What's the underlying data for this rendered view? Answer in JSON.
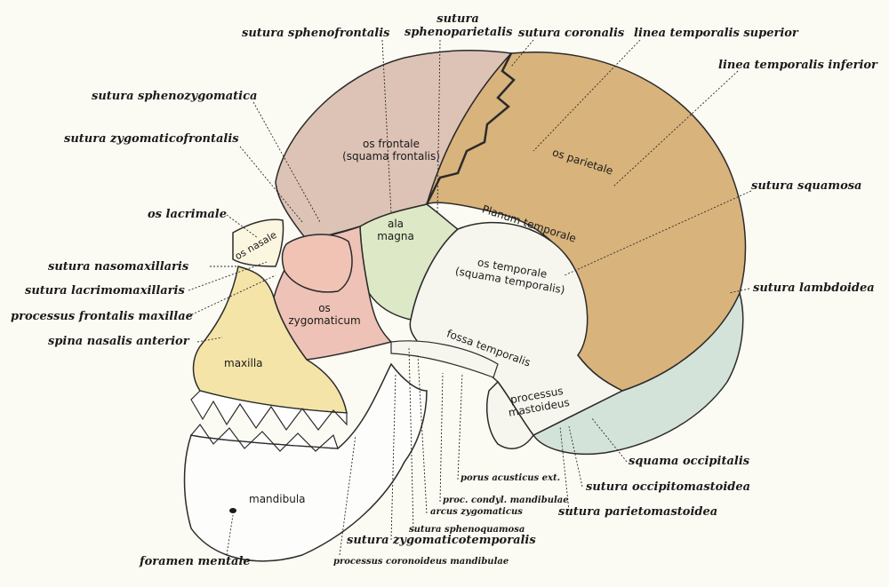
{
  "colors": {
    "background": "#fbfaf3",
    "frontal": "#dcc3b6",
    "parietal": "#d8b37c",
    "temporal": "#f7f6ee",
    "occipital": "#d4e3d9",
    "sphenoid": "#dde8c6",
    "zygomatic": "#eec2b6",
    "maxilla": "#f4e4a8",
    "nasal": "#fbf6e0",
    "mandible": "#fdfdfb",
    "line": "#2b2b2b"
  },
  "labels": {
    "sutura_sphenofrontalis": "sutura sphenofrontalis",
    "sutura_sphenoparietalis_1": "sutura",
    "sutura_sphenoparietalis_2": "sphenoparietalis",
    "sutura_coronalis": "sutura coronalis",
    "linea_temporalis_superior": "linea temporalis superior",
    "linea_temporalis_inferior": "linea temporalis inferior",
    "sutura_sphenozygomatica": "sutura sphenozygomatica",
    "sutura_zygomaticofrontalis": "sutura zygomaticofrontalis",
    "sutura_squamosa": "sutura squamosa",
    "os_lacrimale": "os lacrimale",
    "sutura_nasomaxillaris": "sutura nasomaxillaris",
    "sutura_lacrimomaxillaris": "sutura lacrimomaxillaris",
    "sutura_lambdoidea": "sutura lambdoidea",
    "processus_frontalis_maxillae": "processus frontalis maxillae",
    "spina_nasalis_anterior": "spina nasalis anterior",
    "squama_occipitalis": "squama occipitalis",
    "porus_acusticus_ext": "porus acusticus ext.",
    "proc_condyl_mandibulae": "proc. condyl. mandibulae",
    "sutura_occipitomastoidea": "sutura occipitomastoidea",
    "arcus_zygomaticus": "arcus zygomaticus",
    "sutura_parietomastoidea": "sutura parietomastoidea",
    "sutura_sphenoquamosa": "sutura sphenoquamosa",
    "sutura_zygomaticotemporalis": "sutura zygomaticotemporalis",
    "foramen_mentale": "foramen mentale",
    "processus_coronoideus_mandibulae": "processus coronoideus mandibulae"
  },
  "regions": {
    "os_frontale_1": "os frontale",
    "os_frontale_2": "(squama frontalis)",
    "os_parietale": "os parietale",
    "planum_temporale": "Planum temporale",
    "ala_1": "ala",
    "ala_2": "magna",
    "os_temporale_1": "os temporale",
    "os_temporale_2": "(squama temporalis)",
    "os_nasale": "os nasale",
    "os_zygomaticum_1": "os",
    "os_zygomaticum_2": "zygomaticum",
    "fossa_temporalis": "fossa temporalis",
    "processus_mastoideus_1": "processus",
    "processus_mastoideus_2": "mastoideus",
    "maxilla": "maxilla",
    "mandibula": "mandibula"
  }
}
